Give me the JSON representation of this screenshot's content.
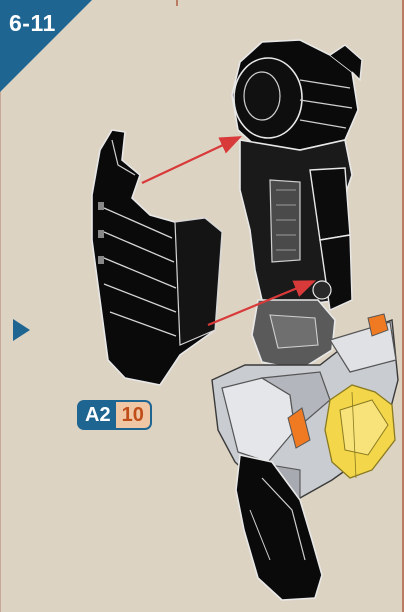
{
  "step": {
    "label": "6-11"
  },
  "part_badge": {
    "sheet": "A2",
    "number": "10"
  },
  "colors": {
    "accent_blue": "#1f6591",
    "background": "#ddd3c3",
    "arrow_red": "#d83a3a",
    "badge_number_bg": "#f0c7a4",
    "badge_number_text": "#c04e18"
  },
  "icons": {
    "side_marker": "triangle-right-icon"
  }
}
